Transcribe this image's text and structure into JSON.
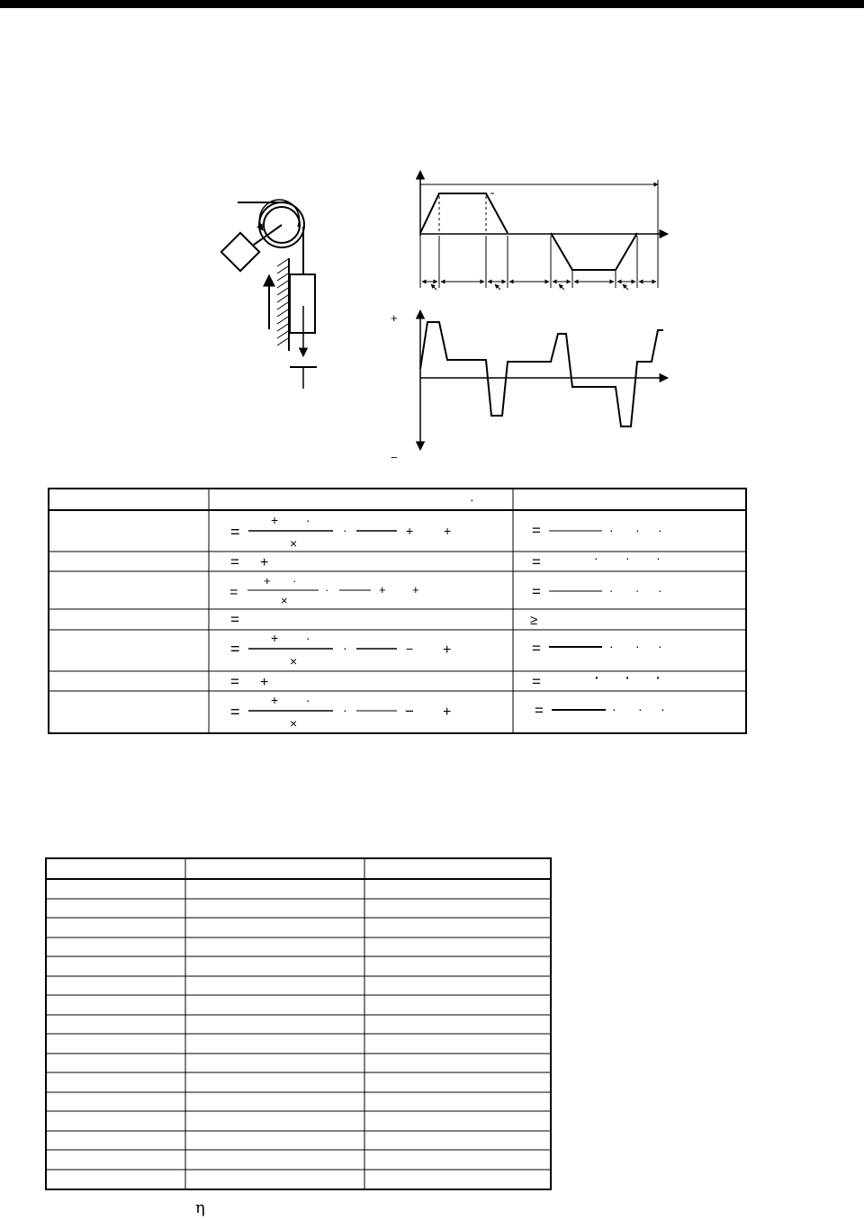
{
  "page": {
    "eta_symbol": "η"
  },
  "waveform": {
    "top_plus": "+",
    "bottom_minus": "−"
  },
  "formula_table": {
    "header_dot": "·",
    "rows": [
      {
        "left_eq": "=",
        "plus1": "+",
        "dot1": "·",
        "times": "×",
        "dot_mid": "·",
        "plus2": "+",
        "plus3": "+",
        "right_eq": "=",
        "rdots": [
          "·",
          "·",
          "·"
        ]
      },
      {
        "left_eq": "=",
        "plus1": "+",
        "right_eq": "=",
        "rdots": [
          "·",
          "·",
          "·"
        ]
      },
      {
        "left_eq": "=",
        "plus1": "+",
        "dot1": "·",
        "times": "×",
        "dot_mid": "·",
        "plus2": "+",
        "plus3": "+",
        "right_eq": "=",
        "rdots": [
          "·",
          "·",
          "·"
        ]
      },
      {
        "left_eq": "=",
        "right_ge": "≥"
      },
      {
        "left_eq": "=",
        "plus1": "+",
        "dot1": "·",
        "times": "×",
        "dot_mid": "·",
        "minus": "−",
        "plus3": "+",
        "right_eq": "=",
        "rdots": [
          "·",
          "·",
          "·"
        ]
      },
      {
        "left_eq": "=",
        "plus1": "+",
        "right_eq": "=",
        "rdots": [
          "·",
          "·",
          "·"
        ]
      },
      {
        "left_eq": "=",
        "plus1": "+",
        "dot1": "·",
        "times": "×",
        "dot_mid": "·",
        "minus": "−",
        "plus3": "+",
        "right_eq": "=",
        "rdots": [
          "·",
          "·",
          "·"
        ]
      }
    ]
  },
  "result_table": {
    "columns": 3,
    "rows": 16
  }
}
